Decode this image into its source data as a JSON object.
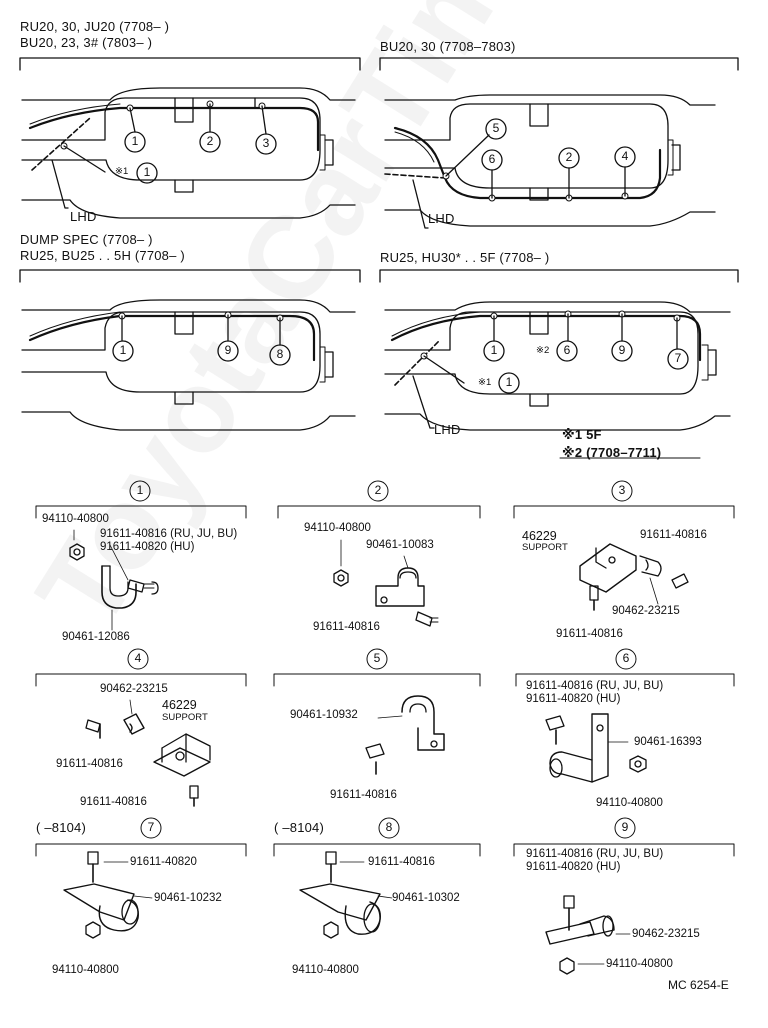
{
  "panels": {
    "p1": {
      "line1": "RU20, 30, JU20 (7708–        )",
      "line2": "BU20, 23, 3# (7803–         )",
      "lhd": "LHD"
    },
    "p2": {
      "line1": "BU20, 30 (7708–7803)",
      "lhd": "LHD"
    },
    "p3": {
      "line1": "DUMP SPEC (7708–        )",
      "line2": "RU25, BU25 . . 5H (7708–         )"
    },
    "p4": {
      "line1": "RU25, HU30* . . 5F (7708–          )",
      "lhd": "LHD"
    }
  },
  "markers": {
    "m1": "※1",
    "m2": "※2"
  },
  "notes": {
    "n1": "※1 5F",
    "n2": "※2 (7708–7711)"
  },
  "circled": {
    "c1": "1",
    "c2": "2",
    "c3": "3",
    "c4": "4",
    "c5": "5",
    "c6": "6",
    "c7": "7",
    "c8": "8",
    "c9": "9"
  },
  "detail_headers": {
    "d7_prefix": "(        –8104)",
    "d8_prefix": "(        –8104)"
  },
  "parts": {
    "d1": {
      "nut": "94110-40800",
      "bolt1": "91611-40816 (RU, JU, BU)",
      "bolt2": "91611-40820 (HU)",
      "clamp": "90461-12086"
    },
    "d2": {
      "nut": "94110-40800",
      "clamp": "90461-10083",
      "bolt": "91611-40816"
    },
    "d3": {
      "support": "46229",
      "support_label": "SUPPORT",
      "bolt": "91611-40816",
      "clamp": "90462-23215",
      "bolt2": "91611-40816"
    },
    "d4": {
      "clamp": "90462-23215",
      "support": "46229",
      "support_label": "SUPPORT",
      "bolt": "91611-40816",
      "bolt2": "91611-40816"
    },
    "d5": {
      "clamp": "90461-10932",
      "bolt": "91611-40816"
    },
    "d6": {
      "bolt1": "91611-40816 (RU, JU, BU)",
      "bolt2": "91611-40820 (HU)",
      "clamp": "90461-16393",
      "nut": "94110-40800"
    },
    "d7": {
      "bolt": "91611-40820",
      "clamp": "90461-10232",
      "nut": "94110-40800"
    },
    "d8": {
      "bolt": "91611-40816",
      "clamp": "90461-10302",
      "nut": "94110-40800"
    },
    "d9": {
      "bolt1": "91611-40816 (RU, JU, BU)",
      "bolt2": "91611-40820 (HU)",
      "clamp": "90462-23215",
      "nut": "94110-40800"
    }
  },
  "footer": {
    "code": "MC 6254-E"
  },
  "watermark": "ToyotaCarTime.ru"
}
